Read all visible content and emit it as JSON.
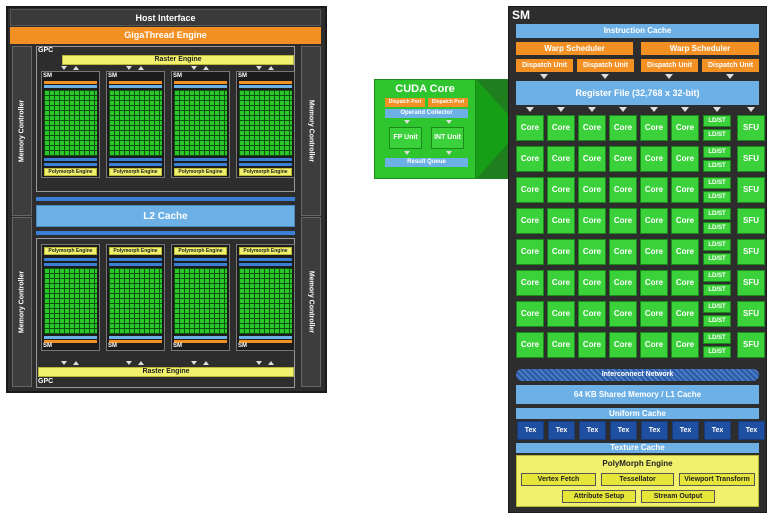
{
  "gpu": {
    "host_interface": "Host Interface",
    "gigathread": "GigaThread Engine",
    "memory_controller": "Memory Controller",
    "gpc_label": "GPC",
    "raster_engine": "Raster Engine",
    "polymorph_engine": "Polymorph Engine",
    "sm_label": "SM",
    "l2_cache": "L2 Cache"
  },
  "cuda_core": {
    "title": "CUDA Core",
    "dispatch_port": "Dispatch Port",
    "operand_collector": "Operand Collector",
    "fp_unit": "FP Unit",
    "int_unit": "INT Unit",
    "result_queue": "Result Queue"
  },
  "sm": {
    "title": "SM",
    "instruction_cache": "Instruction Cache",
    "warp_scheduler": "Warp Scheduler",
    "dispatch_unit": "Dispatch Unit",
    "register_file": "Register File (32,768 x 32-bit)",
    "core": "Core",
    "ldst": "LD/ST",
    "sfu": "SFU",
    "interconnect": "Interconnect Network",
    "shared_memory": "64 KB Shared Memory / L1 Cache",
    "uniform_cache": "Uniform Cache",
    "tex": "Tex",
    "texture_cache": "Texture Cache",
    "polymorph_engine": "PolyMorph Engine",
    "vertex_fetch": "Vertex Fetch",
    "tessellator": "Tessellator",
    "viewport_transform": "Viewport Transform",
    "attribute_setup": "Attribute Setup",
    "stream_output": "Stream Output"
  },
  "colors": {
    "orange": "#f39024",
    "green": "#3bd13b",
    "blue": "#6cb0e6",
    "yellow": "#f1f16e",
    "dark": "#2d2d2d"
  }
}
